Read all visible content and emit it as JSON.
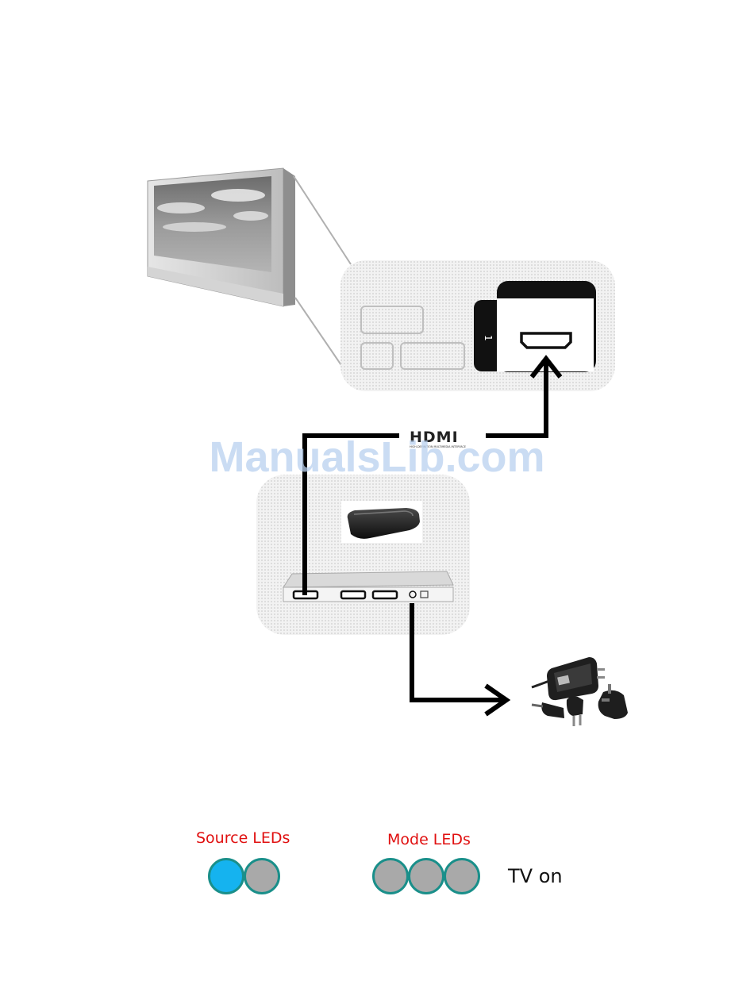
{
  "watermark": "ManualsLib.com",
  "hdmi_logo": {
    "text": "HDMI",
    "tagline": "HIGH-DEFINITION MULTIMEDIA INTERFACE"
  },
  "tv_port_number": "1",
  "legend": {
    "source_label": "Source LEDs",
    "mode_label": "Mode LEDs",
    "status": "TV on",
    "source_leds": [
      {
        "state": "on",
        "color": "#15b3ef"
      },
      {
        "state": "off",
        "color": "#a9a9a9"
      }
    ],
    "mode_leds": [
      {
        "state": "off",
        "color": "#a9a9a9"
      },
      {
        "state": "off",
        "color": "#a9a9a9"
      },
      {
        "state": "off",
        "color": "#a9a9a9"
      }
    ]
  },
  "colors": {
    "cable": "#000000",
    "led_on": "#15b3ef",
    "led_off": "#a9a9a9",
    "led_ring": "#1a8f8a",
    "label": "#e01010"
  }
}
